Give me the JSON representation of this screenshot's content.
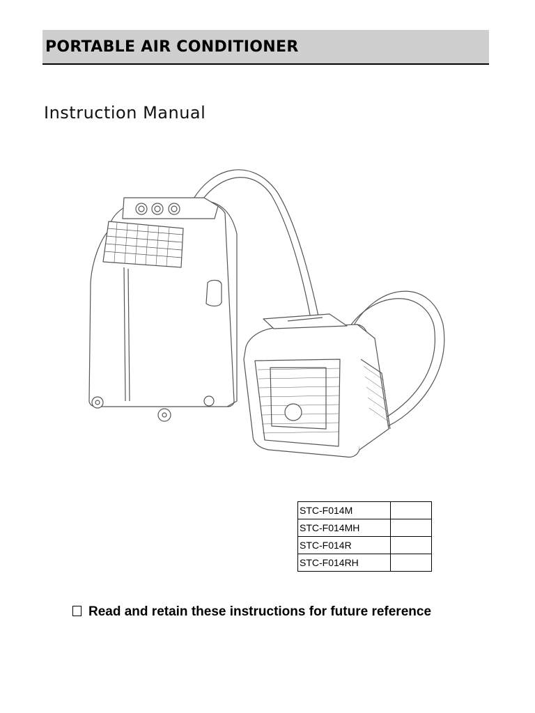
{
  "header": {
    "title": "PORTABLE AIR CONDITIONER"
  },
  "subtitle": "Instruction Manual",
  "models": [
    {
      "name": "STC-F014M",
      "value": ""
    },
    {
      "name": "STC-F014MH",
      "value": ""
    },
    {
      "name": "STC-F014R",
      "value": ""
    },
    {
      "name": "STC-F014RH",
      "value": ""
    }
  ],
  "note": {
    "text": "Read and retain these instructions for future reference"
  },
  "colors": {
    "header_bg": "#cfcfcf",
    "line": "#555555"
  }
}
